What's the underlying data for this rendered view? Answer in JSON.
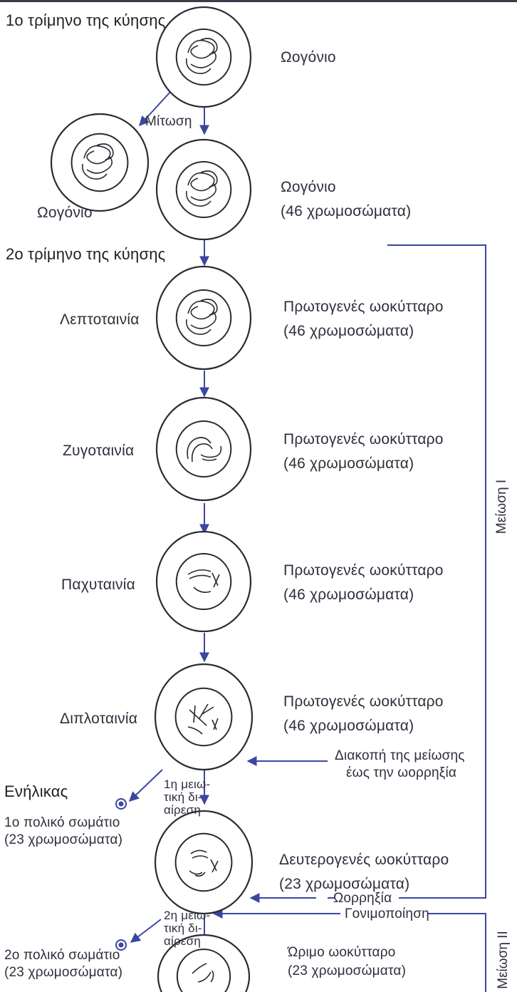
{
  "colors": {
    "line": "#3b46a0",
    "text": "#2f2f3d",
    "cell": "#2a2a33"
  },
  "headings": {
    "first_trimester": "1ο τρίμηνο της κύησης",
    "second_trimester": "2ο τρίμηνο της κύησης",
    "adult": "Ενήλικας"
  },
  "cells": {
    "oogonium_top": "Ωογόνιο",
    "mitosis": "Μίτωση",
    "oogonium_side": "Ωογόνιο",
    "oogonium_main": "Ωογόνιο",
    "oogonium_main_chrom": "(46 χρωμοσώματα)",
    "leptotene": "Λεπτοταινία",
    "leptotene_cell": "Πρωτογενές ωοκύτταρο",
    "leptotene_chrom": "(46 χρωμοσώματα)",
    "zygotene": "Ζυγοταινία",
    "zygotene_cell": "Πρωτογενές ωοκύτταρο",
    "zygotene_chrom": "(46 χρωμοσώματα)",
    "pachytene": "Παχυταινία",
    "pachytene_cell": "Πρωτογενές ωοκύτταρο",
    "pachytene_chrom": "(46 χρωμοσώματα)",
    "diplotene": "Διπλοταινία",
    "diplotene_cell": "Πρωτογενές ωοκύτταρο",
    "diplotene_chrom": "(46 χρωμοσώματα)",
    "arrest_line1": "Διακοπή της μείωσης",
    "arrest_line2": "έως την ωορρηξία",
    "first_division": [
      "1η μειω-",
      "τική δι-",
      "αίρεση"
    ],
    "first_polar_body": "1ο πολικό σωμάτιο",
    "first_polar_chrom": "(23 χρωμοσώματα)",
    "secondary_cell": "Δευτερογενές ωοκύτταρο",
    "secondary_chrom": "(23 χρωμοσώματα)",
    "ovulation": "Ωορρηξία",
    "fertilization": "Γονιμοποίηση",
    "second_division": [
      "2η μειω-",
      "τική δι-",
      "αίρεση"
    ],
    "second_polar_body": "2ο πολικό σωμάτιο",
    "second_polar_chrom": "(23 χρωμοσώματα)",
    "mature_cell": "Ώριμο ωοκύτταρο",
    "mature_chrom": "(23 χρωμοσώματα)",
    "meiosis_1": "Μείωση Ι",
    "meiosis_2": "Μείωση ΙΙ"
  }
}
